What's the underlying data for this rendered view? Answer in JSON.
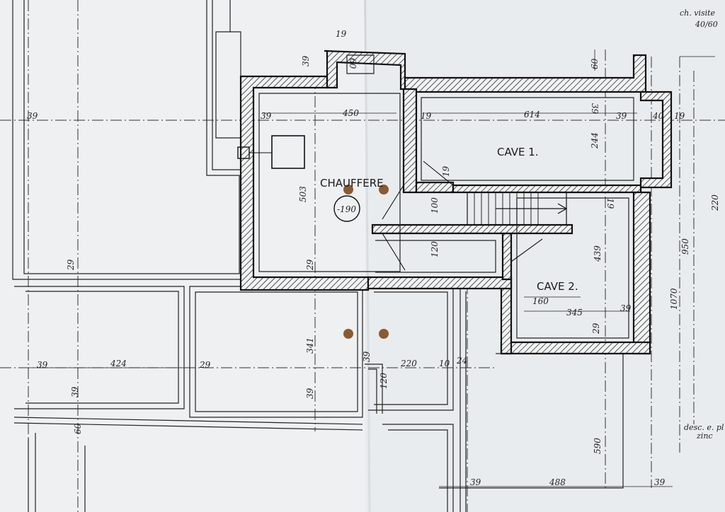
{
  "header": {
    "note_line1": "ch. visite",
    "note_line2": "40/60"
  },
  "rooms": {
    "chauffere": "CHAUFFERE",
    "cave1": "CAVE 1.",
    "cave2": "CAVE 2."
  },
  "level_marker": "-190",
  "side_note": {
    "line1": "desc. e. pl",
    "line2": "zinc"
  },
  "dims": {
    "d_39_tl": "39",
    "d_39_top": "39",
    "d_19_top": "19",
    "d_60_top": "60",
    "d_60_right": "60",
    "d_39_a": "39",
    "d_450": "450",
    "d_19_a": "19",
    "d_614": "614",
    "d_39_b": "39",
    "d_39_c": "39",
    "d_40": "40",
    "d_19_b": "19",
    "d_244": "244",
    "d_19_c": "19",
    "d_503": "503",
    "d_100": "100",
    "d_120_a": "120",
    "d_19_d": "19",
    "d_439": "439",
    "d_29_a": "29",
    "d_29_b": "29",
    "d_160": "160",
    "d_345": "345",
    "d_39_d": "39",
    "d_29_c": "29",
    "d_950": "950",
    "d_1070": "1070",
    "d_220_r": "220",
    "d_39_e": "39",
    "d_424": "424",
    "d_29_d": "29",
    "d_341": "341",
    "d_39_f": "39",
    "d_220_b": "220",
    "d_10": "10",
    "d_24": "24",
    "d_120_b": "120",
    "d_39_g": "39",
    "d_39_h": "39",
    "d_60_b": "60",
    "d_590": "590",
    "d_39_i": "39",
    "d_488": "488",
    "d_39_j": "39"
  },
  "colors": {
    "paper": "#eef0f2",
    "table": "#b8865a",
    "ink": "#111111"
  }
}
